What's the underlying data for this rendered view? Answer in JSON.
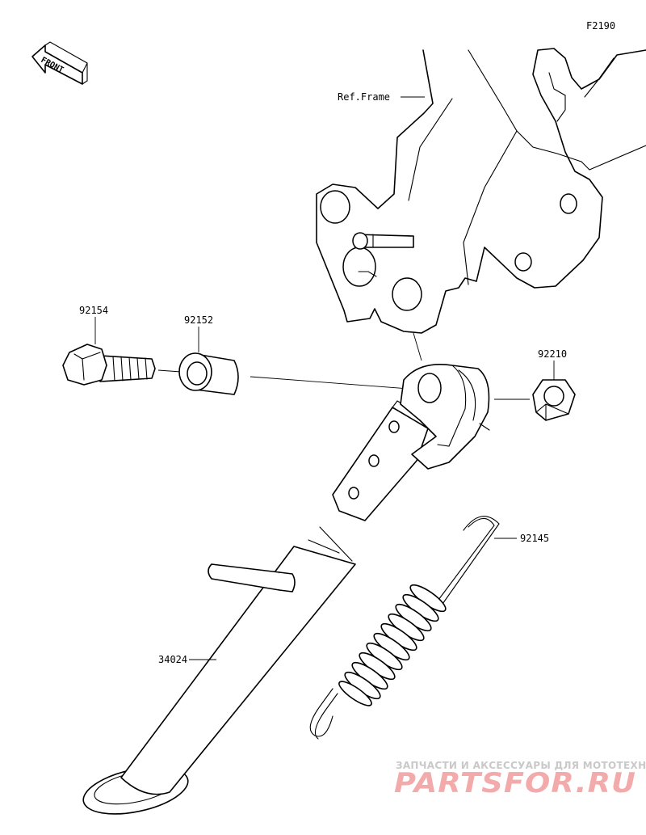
{
  "diagram_code": "F2190",
  "front_arrow_label": "FRONT",
  "callouts": {
    "ref_frame": "Ref.Frame",
    "bolt": "92154",
    "collar": "92152",
    "nut": "92210",
    "spring": "92145",
    "side_stand": "34024"
  },
  "watermark": {
    "tagline": "ЗАПЧАСТИ И АКСЕССУАРЫ ДЛЯ МОТОТЕХНИКИ",
    "brand": "PARTSFOR.RU"
  },
  "colors": {
    "line": "#000000",
    "background": "#ffffff",
    "watermark_brand": "#f2aaaa",
    "watermark_tagline": "#c9c9c9"
  }
}
